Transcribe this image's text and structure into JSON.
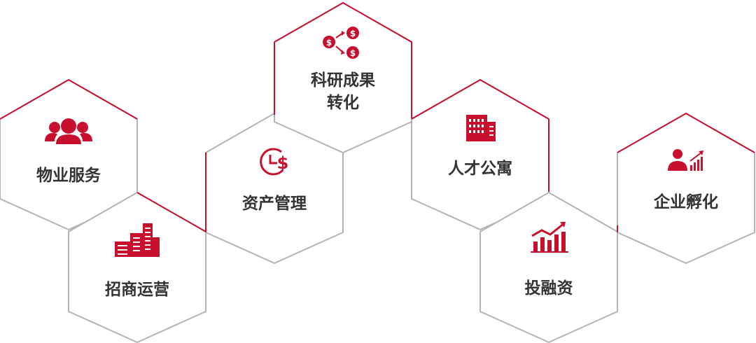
{
  "colors": {
    "accent": "#c8102e",
    "outline_gray": "#b4b4b4",
    "text": "#333333"
  },
  "hexagons": [
    {
      "id": "property",
      "label_lines": [
        "物业服务"
      ],
      "icon": "people-group-icon"
    },
    {
      "id": "investment",
      "label_lines": [
        "招商运营"
      ],
      "icon": "buildings-icon"
    },
    {
      "id": "asset",
      "label_lines": [
        "资产管理"
      ],
      "icon": "clock-dollar-icon"
    },
    {
      "id": "tech",
      "label_lines": [
        "科研成果",
        "转化"
      ],
      "icon": "money-flow-icon"
    },
    {
      "id": "talent",
      "label_lines": [
        "人才公寓"
      ],
      "icon": "apartment-building-icon"
    },
    {
      "id": "finance",
      "label_lines": [
        "投融资"
      ],
      "icon": "growth-chart-icon"
    },
    {
      "id": "incubation",
      "label_lines": [
        "企业孵化"
      ],
      "icon": "business-person-growth-icon"
    }
  ]
}
